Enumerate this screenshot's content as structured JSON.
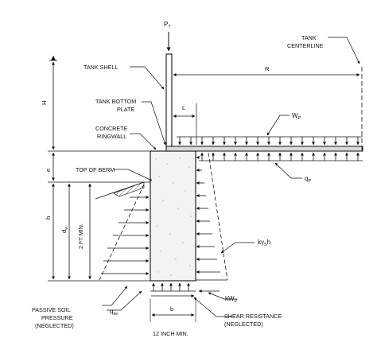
{
  "labels": {
    "pt_main": "P",
    "pt_sub": "T",
    "tank_centerline_1": "TANK",
    "tank_centerline_2": "CENTERLINE",
    "tank_shell": "TANK SHELL",
    "tank_bottom_1": "TANK BOTTOM",
    "tank_bottom_2": "PLATE",
    "ringwall_1": "CONCRETE",
    "ringwall_2": "RINGWALL",
    "top_of_berm": "TOP OF BERM",
    "passive_1": "PASSIVE SOIL",
    "passive_2": "PRESSURE",
    "passive_3": "(NEGLECTED)",
    "shear_1": "SHEAR RESISTANCE",
    "shear_2": "(NEGLECTED)",
    "min_width": "12 INCH MIN.",
    "min_depth": "2 FT MIN."
  },
  "dimensions": {
    "H": "H",
    "R": "R",
    "L": "L",
    "e": "e",
    "h": "h",
    "dw_main": "d",
    "dw_sub": "w",
    "b": "b"
  },
  "loads": {
    "wp_main": "W",
    "wp_sub": "P",
    "qp_main": "q",
    "qp_sub": "P",
    "qtw_main": "q",
    "qtw_sub": "tw",
    "kwp_main": "kW",
    "kwp_sub": "P",
    "kgh_main": "kγ",
    "kgh_sub": "S",
    "kgh_tail": "h"
  }
}
